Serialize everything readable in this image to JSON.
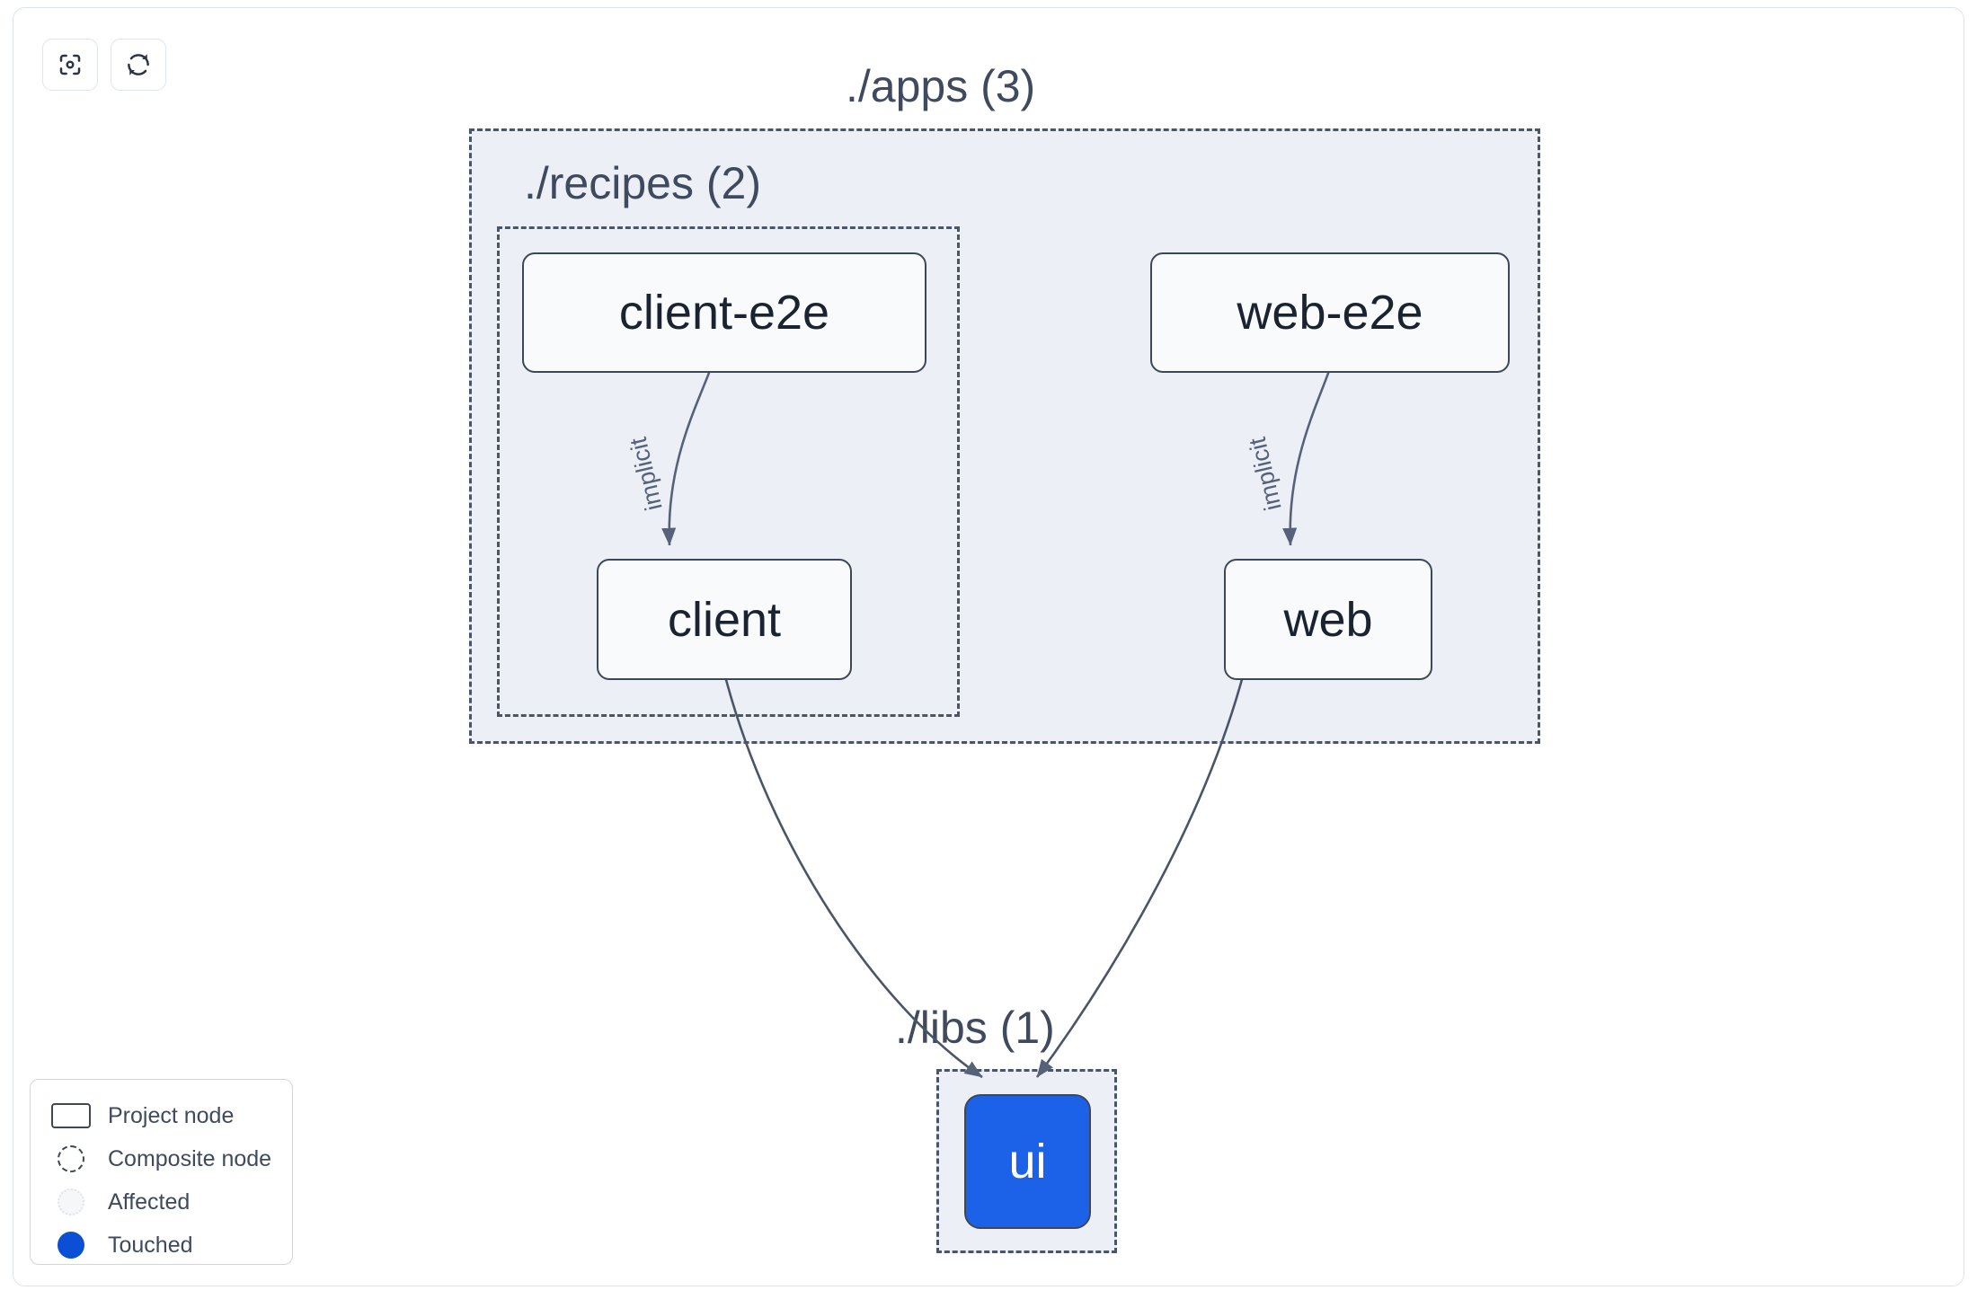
{
  "toolbar": {
    "buttons": [
      {
        "name": "focus-graph-button",
        "icon": "focus-viewfinder-icon",
        "title": "Focus graph"
      },
      {
        "name": "refresh-graph-button",
        "icon": "refresh-icon",
        "title": "Refresh graph"
      }
    ]
  },
  "graph": {
    "groups": [
      {
        "id": "apps",
        "label": "./apps (3)",
        "count": 3,
        "kind": "composite"
      },
      {
        "id": "recipes",
        "label": "./recipes (2)",
        "count": 2,
        "kind": "composite"
      },
      {
        "id": "libs",
        "label": "./libs (1)",
        "count": 1,
        "kind": "composite"
      }
    ],
    "nodes": [
      {
        "id": "client-e2e",
        "label": "client-e2e",
        "group": "recipes",
        "state": "project"
      },
      {
        "id": "client",
        "label": "client",
        "group": "recipes",
        "state": "project"
      },
      {
        "id": "web-e2e",
        "label": "web-e2e",
        "group": "apps",
        "state": "project"
      },
      {
        "id": "web",
        "label": "web",
        "group": "apps",
        "state": "project"
      },
      {
        "id": "ui",
        "label": "ui",
        "group": "libs",
        "state": "touched"
      }
    ],
    "edges": [
      {
        "from": "client-e2e",
        "to": "client",
        "label": "implicit"
      },
      {
        "from": "web-e2e",
        "to": "web",
        "label": "implicit"
      },
      {
        "from": "client",
        "to": "ui",
        "label": ""
      },
      {
        "from": "web",
        "to": "ui",
        "label": ""
      }
    ]
  },
  "legend": {
    "items": [
      {
        "swatch": "project-node-swatch",
        "label": "Project node"
      },
      {
        "swatch": "composite-node-swatch",
        "label": "Composite node"
      },
      {
        "swatch": "affected-swatch",
        "label": "Affected"
      },
      {
        "swatch": "touched-swatch",
        "label": "Touched"
      }
    ]
  },
  "colors": {
    "touched": "#1b62e8",
    "legend_touched": "#0b4fd4",
    "node_border": "#3d4758",
    "node_fill": "#f9fafb",
    "group_fill": "#eceff5",
    "group_border": "#4a5568",
    "edge": "#4a5568",
    "text": "#3f4a5e",
    "canvas_border": "#dde2ea"
  }
}
